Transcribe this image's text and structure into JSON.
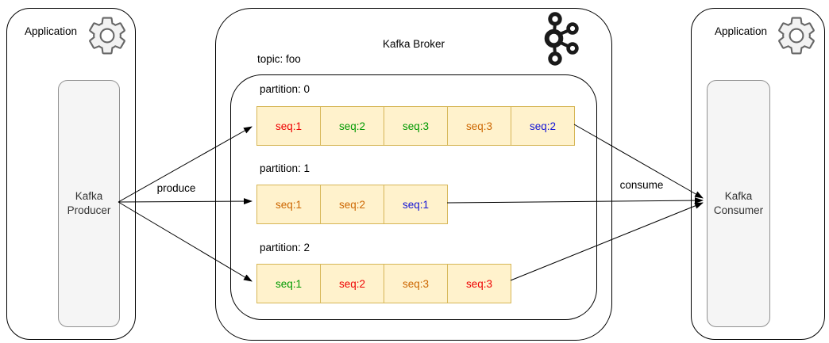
{
  "producer_app": {
    "title": "Application",
    "node_label": "Kafka Producer"
  },
  "consumer_app": {
    "title": "Application",
    "node_label": "Kafka Consumer"
  },
  "broker": {
    "title": "Kafka Broker",
    "topic": {
      "label": "topic: foo",
      "partitions": [
        {
          "label": "partition: 0",
          "cells": [
            {
              "text": "seq:1",
              "color": "#EE0000"
            },
            {
              "text": "seq:2",
              "color": "#009900"
            },
            {
              "text": "seq:3",
              "color": "#009900"
            },
            {
              "text": "seq:3",
              "color": "#CC6600"
            },
            {
              "text": "seq:2",
              "color": "#1414D6"
            }
          ]
        },
        {
          "label": "partition: 1",
          "cells": [
            {
              "text": "seq:1",
              "color": "#CC6600"
            },
            {
              "text": "seq:2",
              "color": "#CC6600"
            },
            {
              "text": "seq:1",
              "color": "#1414D6"
            }
          ]
        },
        {
          "label": "partition: 2",
          "cells": [
            {
              "text": "seq:1",
              "color": "#009900"
            },
            {
              "text": "seq:2",
              "color": "#EE0000"
            },
            {
              "text": "seq:3",
              "color": "#CC6600"
            },
            {
              "text": "seq:3",
              "color": "#EE0000"
            }
          ]
        }
      ]
    }
  },
  "edges": {
    "produce_label": "produce",
    "consume_label": "consume"
  },
  "colors": {
    "cell_fill": "#FFF2CC",
    "cell_border": "#D6B656",
    "node_fill": "#F5F5F5",
    "node_border": "#919191",
    "outline": "#000000"
  }
}
